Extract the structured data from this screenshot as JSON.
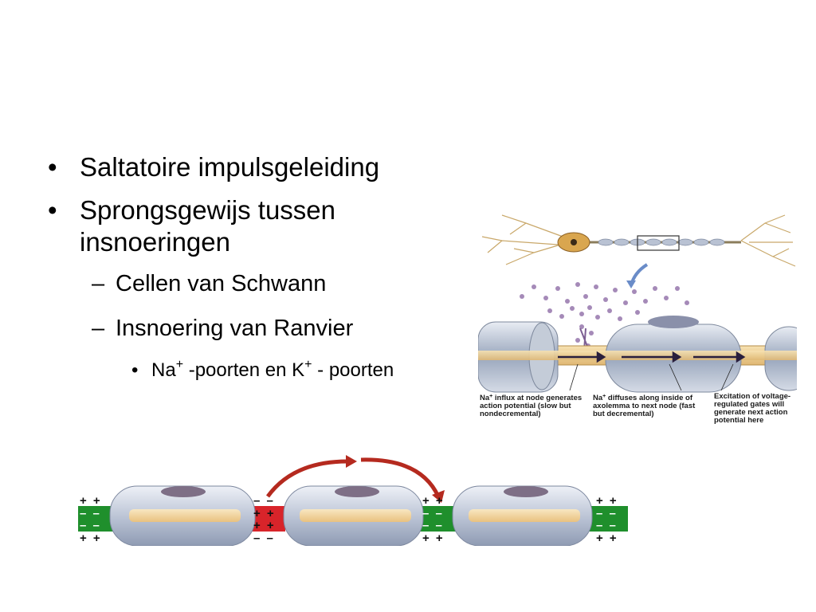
{
  "bullets": {
    "item1": "Saltatoire impulsgeleiding",
    "item2_line1": "Sprongsgewijs tussen",
    "item2_line2": "insnoeringen",
    "sub1": "Cellen van Schwann",
    "sub2": "Insnoering van Ranvier",
    "subsub1_na": "Na",
    "subsub1_mid": " -poorten en K",
    "subsub1_end": " - poorten",
    "plus_sign": "+",
    "bullet_glyph": "•",
    "dash_glyph": "–"
  },
  "figure_top": {
    "caption1_ion": "Na",
    "caption1_sup": "+",
    "caption1_rest": " influx at node generates action potential (slow but nondecremental)",
    "caption2_ion": "Na",
    "caption2_sup": "+",
    "caption2_rest": " diffuses along inside of axolemma to next node (fast but decremental)",
    "caption3": "Excitation of voltage-regulated gates will generate next action potential here"
  },
  "figure_bottom": {
    "charges": {
      "left_top": "+ +",
      "left_mid1": "– –",
      "left_mid2": "– –",
      "left_bot": "+ +",
      "red_top": "– –",
      "red_mid1": "+ +",
      "red_mid2": "+ +",
      "red_bot": "– –",
      "green2_top": "+ +",
      "green2_mid1": "– –",
      "green2_mid2": "– –",
      "green2_bot": "+ +",
      "right_top": "+ +",
      "right_mid1": "– –",
      "right_mid2": "– –",
      "right_bot": "+ +"
    },
    "colors": {
      "node_resting": "#1f8f2c",
      "node_active": "#d8242a",
      "arrow": "#b52a1f",
      "myelin": "#c7cfdc",
      "axon": "#f1d39b"
    }
  }
}
